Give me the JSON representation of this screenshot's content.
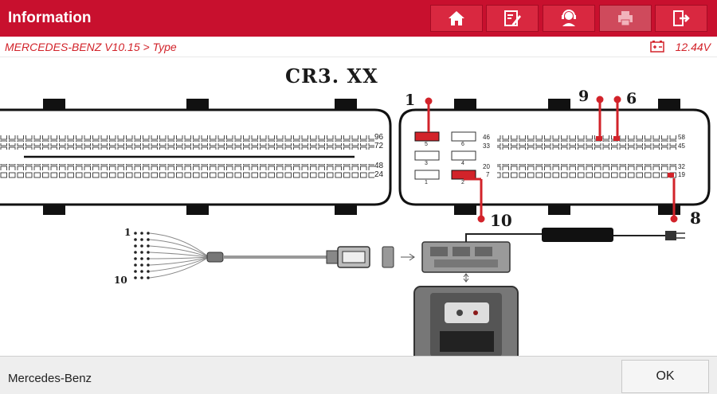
{
  "header": {
    "title": "Information",
    "buttons": [
      {
        "icon": "home-icon"
      },
      {
        "icon": "edit-report-icon"
      },
      {
        "icon": "support-agent-icon"
      },
      {
        "icon": "print-icon"
      },
      {
        "icon": "exit-icon"
      }
    ]
  },
  "breadcrumb": {
    "path": "MERCEDES-BENZ V10.15 > Type",
    "voltage": "12.44V"
  },
  "diagram": {
    "title": "CR3. XX",
    "callouts": {
      "c1": "1",
      "c9": "9",
      "c6": "6",
      "c10": "10",
      "c8": "8"
    },
    "pins_left": {
      "p96": "96",
      "p72": "72",
      "p48": "48",
      "p24": "24"
    },
    "pins_mid": {
      "p46": "46",
      "p33": "33",
      "p20": "20",
      "p7": "7"
    },
    "pins_right": {
      "p58": "58",
      "p45": "45",
      "p32": "32",
      "p19": "19"
    },
    "blocks": {
      "b5": "5",
      "b6": "6",
      "b3": "3",
      "b4": "4",
      "b1": "1",
      "b2": "2"
    },
    "harness": {
      "start": "1",
      "end": "10"
    }
  },
  "footer": {
    "label": "Mercedes-Benz",
    "ok": "OK"
  },
  "colors": {
    "accent": "#c8102e",
    "highlight": "#d2232a"
  }
}
